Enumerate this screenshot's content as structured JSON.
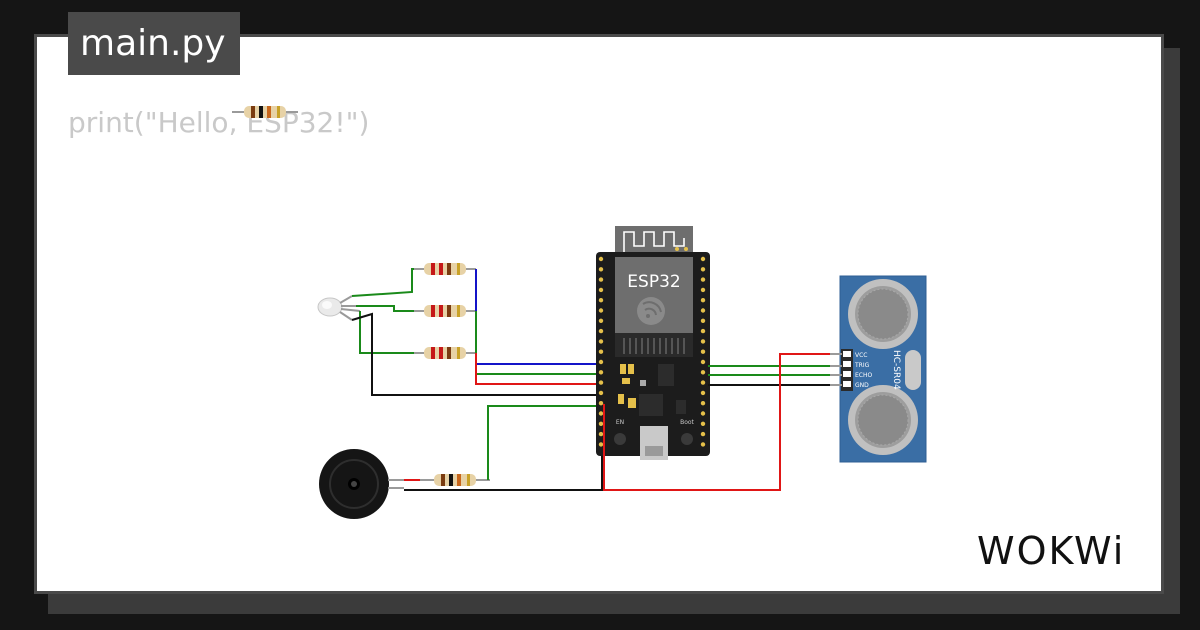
{
  "file_tab": {
    "label": "main.py"
  },
  "code": {
    "line1": "print(\"Hello, ESP32!\")"
  },
  "board": {
    "label": "ESP32",
    "en_label": "EN",
    "boot_label": "Boot"
  },
  "sensor": {
    "model": "HC-SR04",
    "pins": [
      "VCC",
      "TRIG",
      "ECHO",
      "GND"
    ]
  },
  "logo": {
    "text": "WOKWi"
  },
  "colors": {
    "wire_green": "#1a8a1a",
    "wire_red": "#e01616",
    "wire_blue": "#1414c8",
    "wire_black": "#111111",
    "board_pcb": "#1c1c1c",
    "sensor_pcb": "#3a6ea5"
  }
}
